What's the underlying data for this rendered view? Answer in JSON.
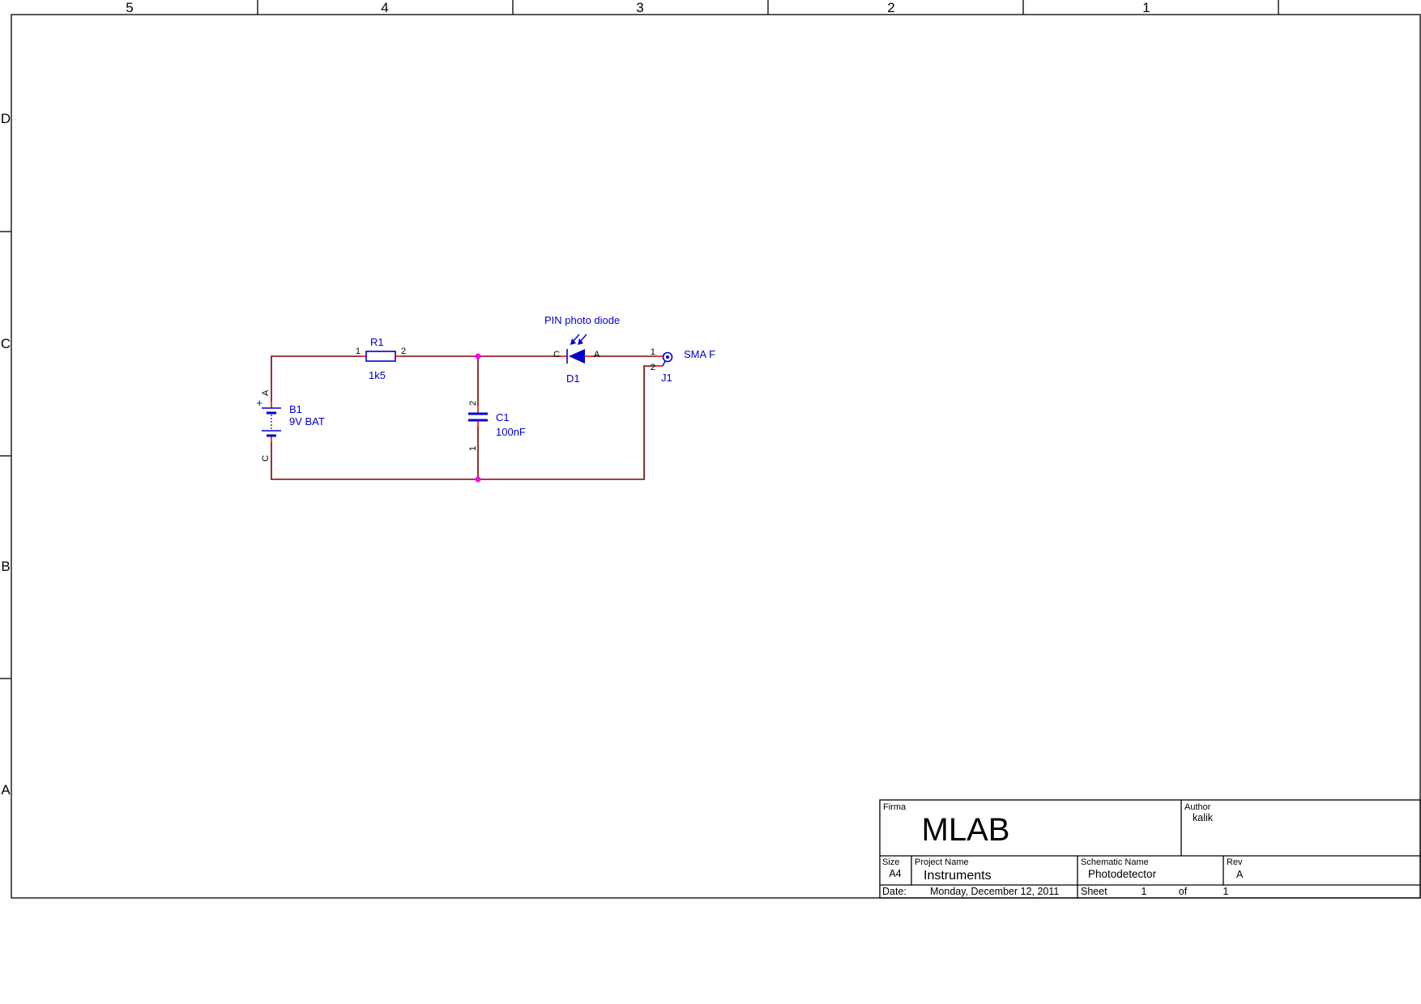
{
  "frame": {
    "columns": [
      "5",
      "4",
      "3",
      "2",
      "1"
    ],
    "rows": [
      "D",
      "C",
      "B",
      "A"
    ]
  },
  "circuit": {
    "note": "PIN photo diode",
    "battery": {
      "ref": "B1",
      "value": "9V BAT",
      "plus": "+",
      "pin_anode": "A",
      "pin_cathode": "C"
    },
    "resistor": {
      "ref": "R1",
      "value": "1k5",
      "pin1": "1",
      "pin2": "2"
    },
    "capacitor": {
      "ref": "C1",
      "value": "100nF",
      "pin1": "1",
      "pin2": "2"
    },
    "photodiode": {
      "ref": "D1",
      "pin_cathode": "C",
      "pin_anode": "A"
    },
    "connector": {
      "ref": "J1",
      "value": "SMA F",
      "pin1": "1",
      "pin2": "2"
    }
  },
  "title_block": {
    "firma_label": "Firma",
    "firma": "MLAB",
    "author_label": "Author",
    "author": "kalik",
    "size_label": "Size",
    "size": "A4",
    "project_label": "Project Name",
    "project": "Instruments",
    "schematic_label": "Schematic Name",
    "schematic": "Photodetector",
    "rev_label": "Rev",
    "rev": "A",
    "date_label": "Date:",
    "date": "Monday, December 12, 2011",
    "sheet_label": "Sheet",
    "sheet_number": "1",
    "of_label": "of",
    "sheet_total": "1"
  },
  "colors": {
    "wire": "#800000",
    "symbol": "#0000cc",
    "label": "#0000cc",
    "pin": "#ff0000",
    "junction": "#ff00ff",
    "frame": "#000000"
  }
}
